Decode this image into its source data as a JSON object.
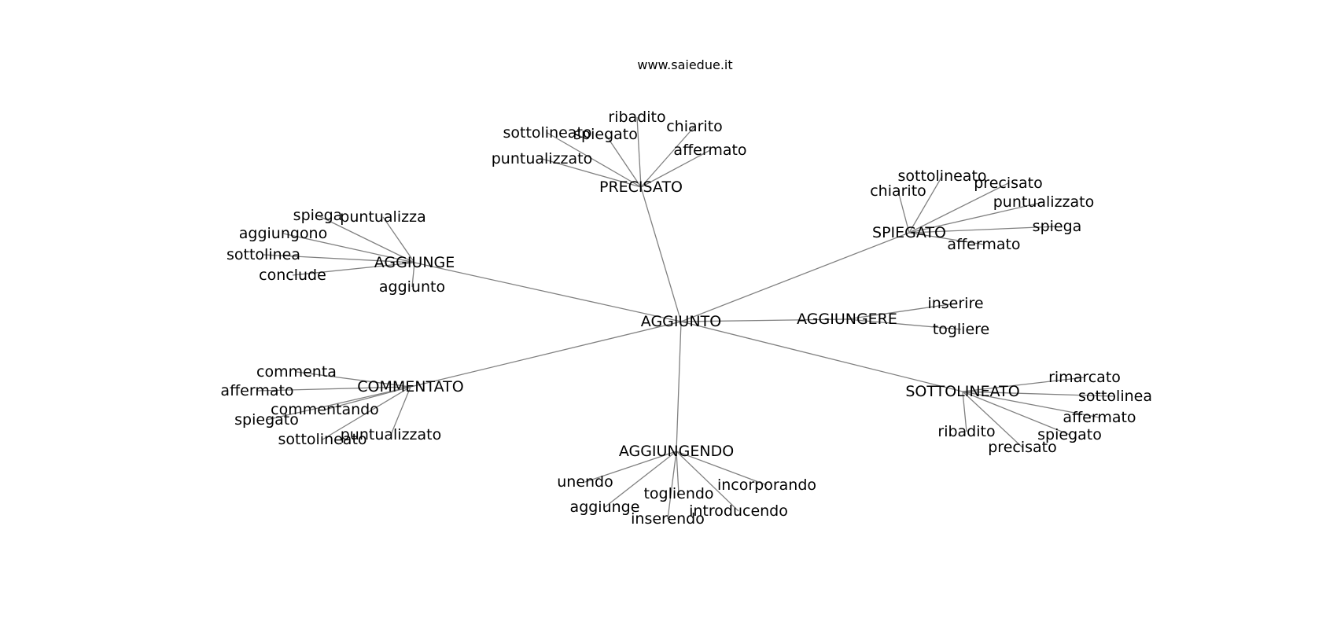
{
  "site_credit": "www.saiedue.it",
  "colors": {
    "edge": "#808080",
    "text": "#000000",
    "background": "#ffffff"
  },
  "graph": {
    "center": "AGGIUNTO",
    "hubs": [
      {
        "label": "PRECISATO",
        "leaves": [
          "ribadito",
          "chiarito",
          "sottolineato",
          "spiegato",
          "affermato",
          "puntualizzato"
        ]
      },
      {
        "label": "SPIEGATO",
        "leaves": [
          "sottolineato",
          "chiarito",
          "precisato",
          "puntualizzato",
          "spiega",
          "affermato"
        ]
      },
      {
        "label": "AGGIUNGE",
        "leaves": [
          "spiega",
          "puntualizza",
          "aggiungono",
          "sottolinea",
          "conclude",
          "aggiunto"
        ]
      },
      {
        "label": "AGGIUNGERE",
        "leaves": [
          "inserire",
          "togliere"
        ]
      },
      {
        "label": "COMMENTATO",
        "leaves": [
          "commenta",
          "affermato",
          "commentando",
          "spiegato",
          "sottolineato",
          "puntualizzato"
        ]
      },
      {
        "label": "SOTTOLINEATO",
        "leaves": [
          "rimarcato",
          "sottolinea",
          "affermato",
          "ribadito",
          "spiegato",
          "precisato"
        ]
      },
      {
        "label": "AGGIUNGENDO",
        "leaves": [
          "unendo",
          "incorporando",
          "togliendo",
          "aggiunge",
          "introducendo",
          "inserendo"
        ]
      }
    ]
  }
}
